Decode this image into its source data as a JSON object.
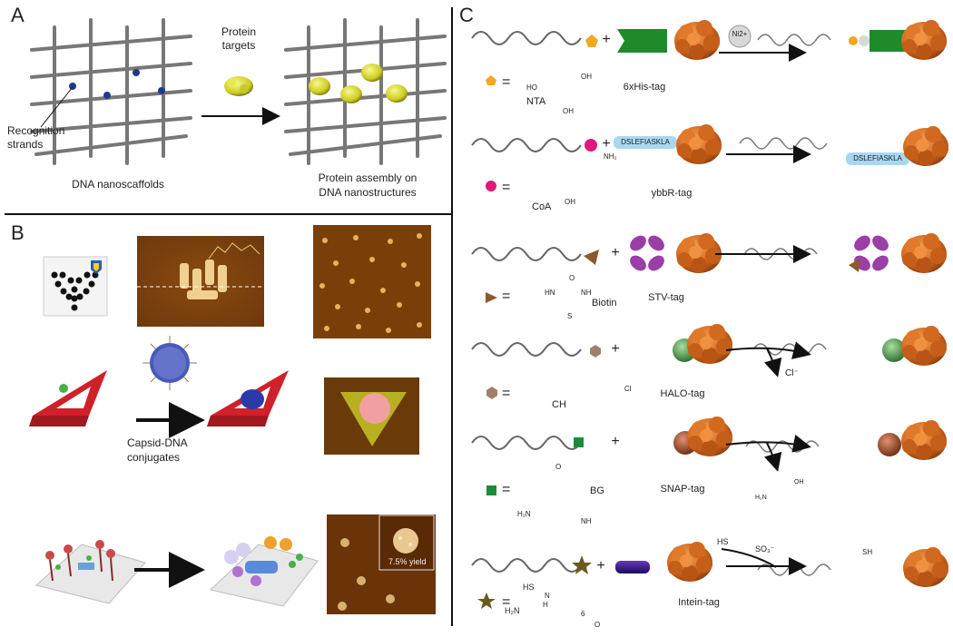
{
  "panels": {
    "a": {
      "letter": "A",
      "protein_targets": "Protein\ntargets",
      "recognition_strands": "Recognition\nstrands",
      "dna_nanoscaffolds": "DNA nanoscaffolds",
      "assembly_caption": "Protein assembly on\nDNA nanostructures"
    },
    "b": {
      "letter": "B",
      "capsid_caption": "Capsid-DNA\nconjugates",
      "yield_label": "7.5% yield"
    },
    "c": {
      "letter": "C",
      "rows": [
        {
          "ligand": "NTA",
          "tag": "6xHis-tag",
          "reagent": "Ni2+"
        },
        {
          "ligand": "CoA",
          "tag": "ybbR-tag",
          "peptide": "DSLEFIASKLA"
        },
        {
          "ligand": "Biotin",
          "tag": "STV-tag"
        },
        {
          "ligand": "CH",
          "tag": "HALO-tag",
          "byproduct": "Cl⁻"
        },
        {
          "ligand": "BG",
          "tag": "SNAP-tag"
        },
        {
          "ligand": "",
          "tag": "Intein-tag"
        }
      ],
      "plus": "+",
      "equals": "=",
      "hs_so3": "HS",
      "so3": "SO₃⁻",
      "chem": {
        "nta_ho": "HO",
        "nta_oh": "OH",
        "coa_oh": "OH",
        "coa_nh2": "NH₂",
        "biotin_hn": "HN",
        "biotin_nh": "NH",
        "biotin_o": "O",
        "biotin_s": "S",
        "ch_cl": "Cl",
        "bg_o": "O",
        "bg_h2n": "H₂N",
        "bg_nh": "NH",
        "intein_hs": "HS",
        "intein_h2n": "H₂N",
        "intein_n": "N",
        "intein_h": "H",
        "intein_6": "6",
        "intein_o": "O",
        "snap_oh": "OH",
        "snap_h2n": "H₂N",
        "sh": "SH"
      }
    }
  },
  "colors": {
    "protein": "#d2691e",
    "linker_green": "#1e8a2a",
    "nta_orange": "#f5a623",
    "coa_pink": "#e0197a",
    "biotin_brown": "#8b5a2b",
    "ch_tan": "#a0806a",
    "bg_green": "#1f8b3a",
    "star_olive": "#6b5a20",
    "stv_purple": "#9b3ea8",
    "peptide_blue": "#a8d8f0",
    "halo_green": "#3a8a3a",
    "snap_brown": "#8b3a1a",
    "intein_indigo": "#3a2a8a",
    "triangle_red": "#d0202a",
    "capsid_blue": "#2a3aa8",
    "afm_orange": "#c07a20"
  }
}
